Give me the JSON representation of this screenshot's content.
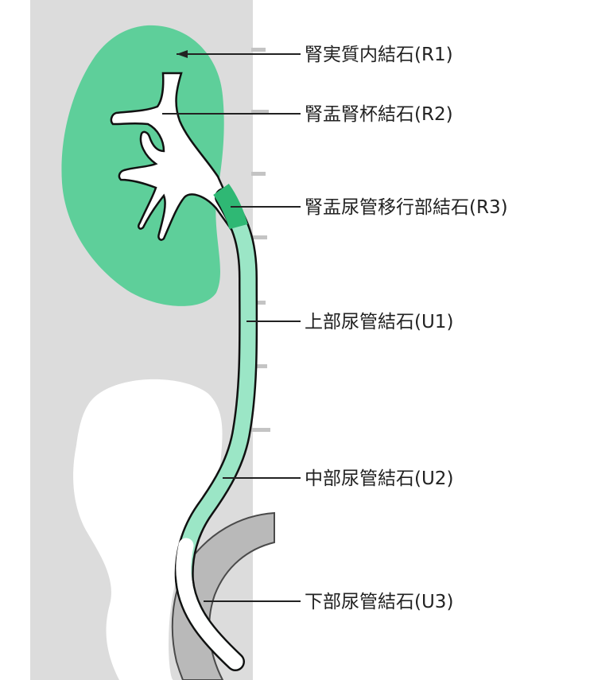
{
  "colors": {
    "background": "#ffffff",
    "body_panel": "#dcdcdc",
    "kidney": "#5ecf9a",
    "ureter_fill": "#9be6c6",
    "stone_highlight": "#2fb874",
    "pelvis_bone": "#bdbdbd",
    "outline": "#111111",
    "leader_line": "#222222"
  },
  "labels": [
    {
      "id": "r1",
      "text": "腎実質内結石(R1)",
      "region": "kidney-parenchyma"
    },
    {
      "id": "r2",
      "text": "腎盂腎杯結石(R2)",
      "region": "renal-pelvis-calyx"
    },
    {
      "id": "r3",
      "text": "腎盂尿管移行部結石(R3)",
      "region": "ureteropelvic-junction"
    },
    {
      "id": "u1",
      "text": "上部尿管結石(U1)",
      "region": "upper-ureter"
    },
    {
      "id": "u2",
      "text": "中部尿管結石(U2)",
      "region": "middle-ureter"
    },
    {
      "id": "u3",
      "text": "下部尿管結石(U3)",
      "region": "lower-ureter"
    }
  ]
}
